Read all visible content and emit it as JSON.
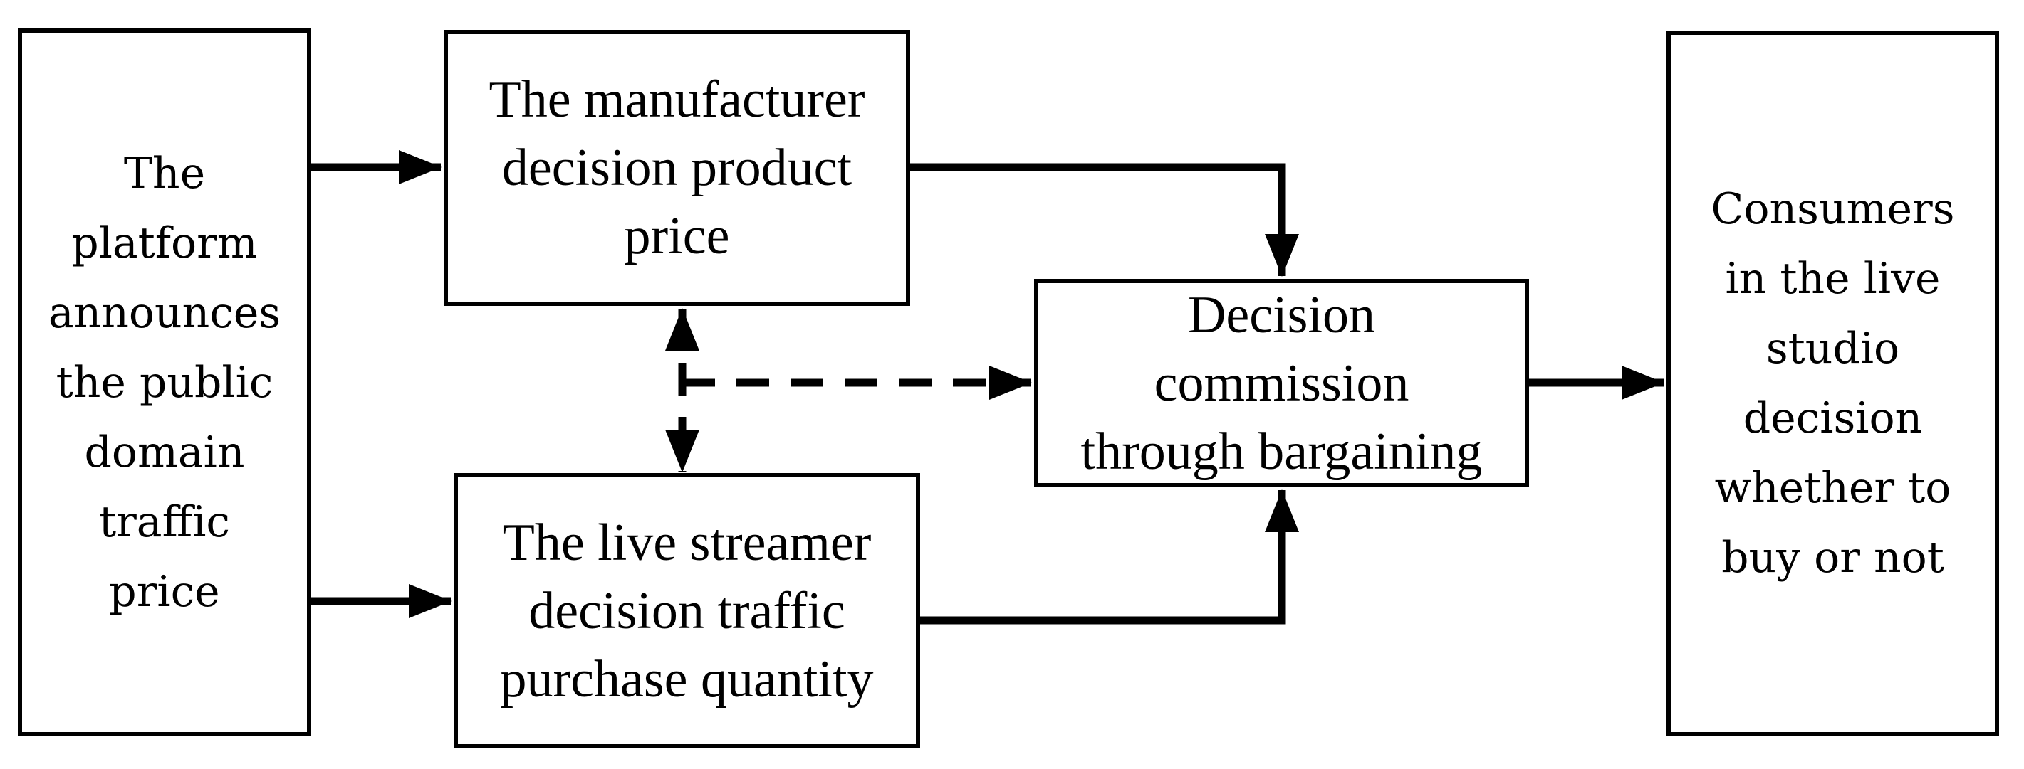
{
  "diagram": {
    "type": "flowchart",
    "background": "#ffffff",
    "line_color": "#000000",
    "text_color": "#000000",
    "box_fill": "#ffffff"
  },
  "boxes": {
    "platform": {
      "label": "The\nplatform\nannounces\nthe public\ndomain\ntraffic\nprice"
    },
    "manufacturer": {
      "label": "The manufacturer\ndecision product\nprice"
    },
    "streamer": {
      "label": "The live streamer\ndecision traffic\npurchase quantity"
    },
    "commission": {
      "label": "Decision\ncommission\nthrough bargaining"
    },
    "consumers": {
      "label": "Consumers\nin the live\nstudio\ndecision\nwhether to\nbuy or not"
    }
  },
  "connectors": [
    {
      "from": "platform",
      "to": "manufacturer",
      "style": "solid",
      "bidirectional": false
    },
    {
      "from": "platform",
      "to": "streamer",
      "style": "solid",
      "bidirectional": false
    },
    {
      "from": "manufacturer",
      "to": "commission",
      "style": "solid",
      "bidirectional": false
    },
    {
      "from": "streamer",
      "to": "commission",
      "style": "solid",
      "bidirectional": false
    },
    {
      "from": "manufacturer",
      "to": "streamer",
      "style": "dashed",
      "bidirectional": true
    },
    {
      "from": "manufacturer-streamer-link",
      "to": "commission",
      "style": "dashed",
      "bidirectional": false
    },
    {
      "from": "commission",
      "to": "consumers",
      "style": "solid",
      "bidirectional": false
    }
  ]
}
